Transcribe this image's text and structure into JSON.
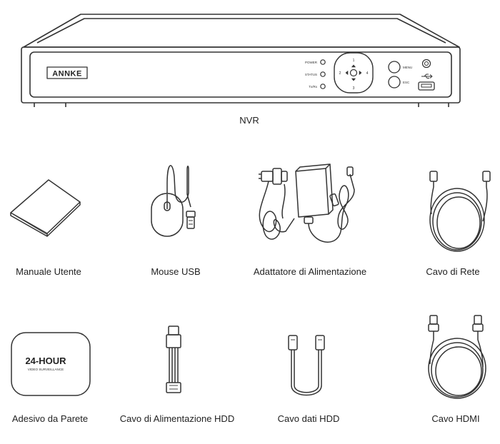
{
  "nvr": {
    "brand": "ANNKE",
    "caption": "NVR",
    "indicators": [
      "POWER",
      "STATUS",
      "Tx/Rx"
    ],
    "buttons": {
      "menu": "MENU",
      "esc": "ESC"
    },
    "dpad": {
      "up": "1",
      "left": "2",
      "right": "4",
      "down": "3"
    }
  },
  "items": [
    {
      "id": "manual",
      "label": "Manuale Utente",
      "icon": "manual-icon"
    },
    {
      "id": "mouse",
      "label": "Mouse USB",
      "icon": "usb-mouse-icon"
    },
    {
      "id": "adapter",
      "label": "Adattatore di Alimentazione",
      "icon": "power-adapter-icon"
    },
    {
      "id": "network",
      "label": "Cavo di Rete",
      "icon": "network-cable-icon"
    },
    {
      "id": "sticker",
      "label": "Adesivo da Parete",
      "icon": "wall-sticker-icon",
      "sticker_title": "24-HOUR",
      "sticker_subtitle": "VIDEO SURVEILLANCE"
    },
    {
      "id": "hddpower",
      "label": "Cavo di Alimentazione HDD",
      "icon": "hdd-power-cable-icon"
    },
    {
      "id": "hdddata",
      "label": "Cavo dati HDD",
      "icon": "hdd-data-cable-icon"
    },
    {
      "id": "hdmi",
      "label": "Cavo HDMI",
      "icon": "hdmi-cable-icon"
    }
  ],
  "colors": {
    "line": "#333333",
    "text": "#222222",
    "background": "#ffffff"
  }
}
